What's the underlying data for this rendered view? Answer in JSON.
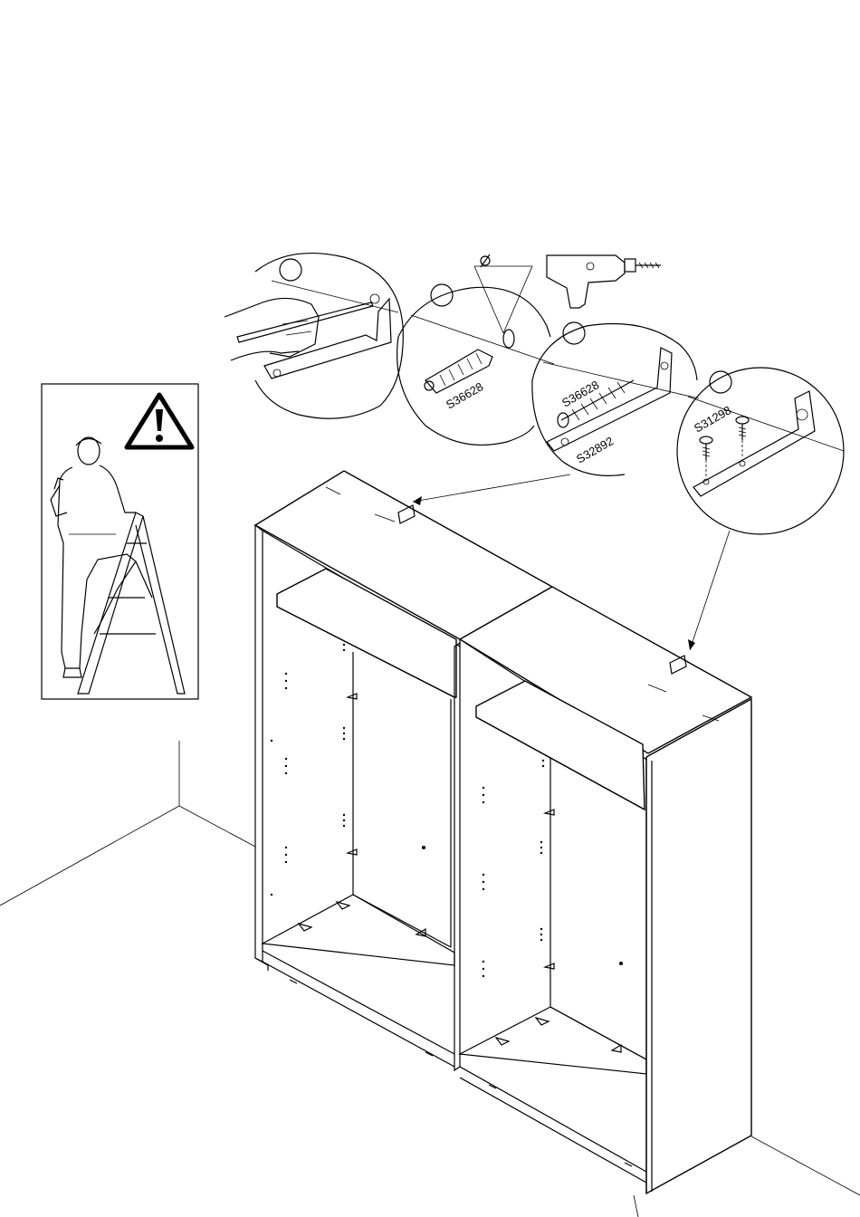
{
  "labels": {
    "detail3_dowel": "S36628",
    "detail4_screw": "S36628",
    "detail4_bracket": "S32892",
    "detail5_screw": "S31298"
  },
  "icons": {
    "warning": "warning-triangle-icon",
    "drill": "drill-icon",
    "diameter": "diameter-symbol-icon"
  },
  "colors": {
    "ink": "#000000",
    "paper": "#ffffff"
  }
}
